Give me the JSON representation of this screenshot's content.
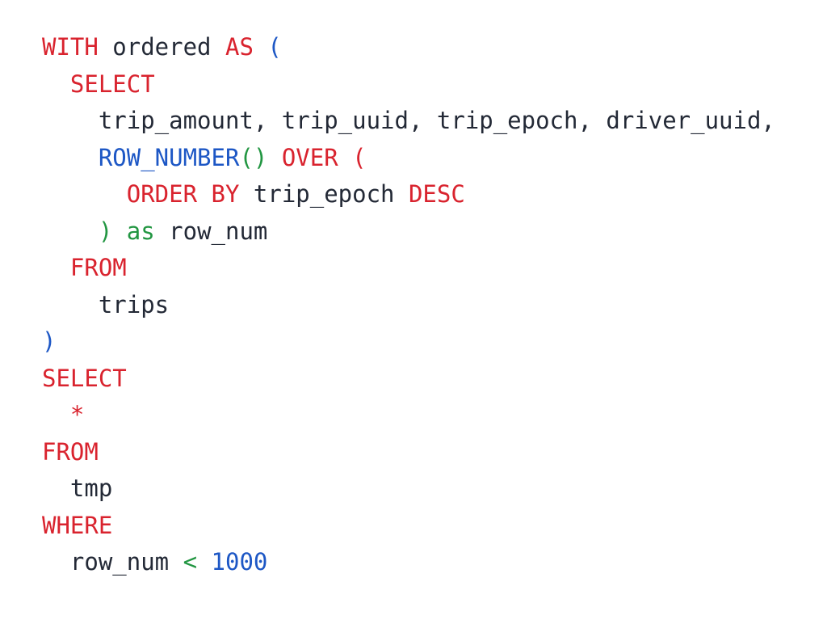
{
  "colors": {
    "keyword": "#d9232e",
    "function": "#1d57c5",
    "paren1": "#1d57c5",
    "paren2": "#229642",
    "operator": "#229642",
    "number": "#1d57c5",
    "plain": "#232936",
    "background": "#ffffff"
  },
  "code": {
    "language": "sql",
    "lines": [
      [
        {
          "t": "WITH",
          "c": "keyword"
        },
        {
          "t": " ordered ",
          "c": "plain"
        },
        {
          "t": "AS",
          "c": "keyword"
        },
        {
          "t": " ",
          "c": "plain"
        },
        {
          "t": "(",
          "c": "paren1"
        }
      ],
      [
        {
          "t": "  ",
          "c": "plain"
        },
        {
          "t": "SELECT",
          "c": "keyword"
        }
      ],
      [
        {
          "t": "    trip_amount, trip_uuid, trip_epoch, driver_uuid,",
          "c": "plain"
        }
      ],
      [
        {
          "t": "    ",
          "c": "plain"
        },
        {
          "t": "ROW_NUMBER",
          "c": "function"
        },
        {
          "t": "()",
          "c": "paren2"
        },
        {
          "t": " ",
          "c": "plain"
        },
        {
          "t": "OVER",
          "c": "keyword"
        },
        {
          "t": " (",
          "c": "keyword"
        }
      ],
      [
        {
          "t": "      ",
          "c": "plain"
        },
        {
          "t": "ORDER BY",
          "c": "keyword"
        },
        {
          "t": " trip_epoch ",
          "c": "plain"
        },
        {
          "t": "DESC",
          "c": "keyword"
        }
      ],
      [
        {
          "t": "    ",
          "c": "plain"
        },
        {
          "t": ")",
          "c": "paren2"
        },
        {
          "t": " ",
          "c": "plain"
        },
        {
          "t": "as",
          "c": "operator"
        },
        {
          "t": " row_num",
          "c": "plain"
        }
      ],
      [
        {
          "t": "  ",
          "c": "plain"
        },
        {
          "t": "FROM",
          "c": "keyword"
        }
      ],
      [
        {
          "t": "    trips",
          "c": "plain"
        }
      ],
      [
        {
          "t": ")",
          "c": "paren1"
        }
      ],
      [
        {
          "t": "SELECT",
          "c": "keyword"
        }
      ],
      [
        {
          "t": "  ",
          "c": "plain"
        },
        {
          "t": "*",
          "c": "keyword"
        }
      ],
      [
        {
          "t": "FROM",
          "c": "keyword"
        }
      ],
      [
        {
          "t": "  tmp",
          "c": "plain"
        }
      ],
      [
        {
          "t": "WHERE",
          "c": "keyword"
        }
      ],
      [
        {
          "t": "  row_num ",
          "c": "plain"
        },
        {
          "t": "<",
          "c": "operator"
        },
        {
          "t": " ",
          "c": "plain"
        },
        {
          "t": "1000",
          "c": "number"
        }
      ]
    ]
  }
}
